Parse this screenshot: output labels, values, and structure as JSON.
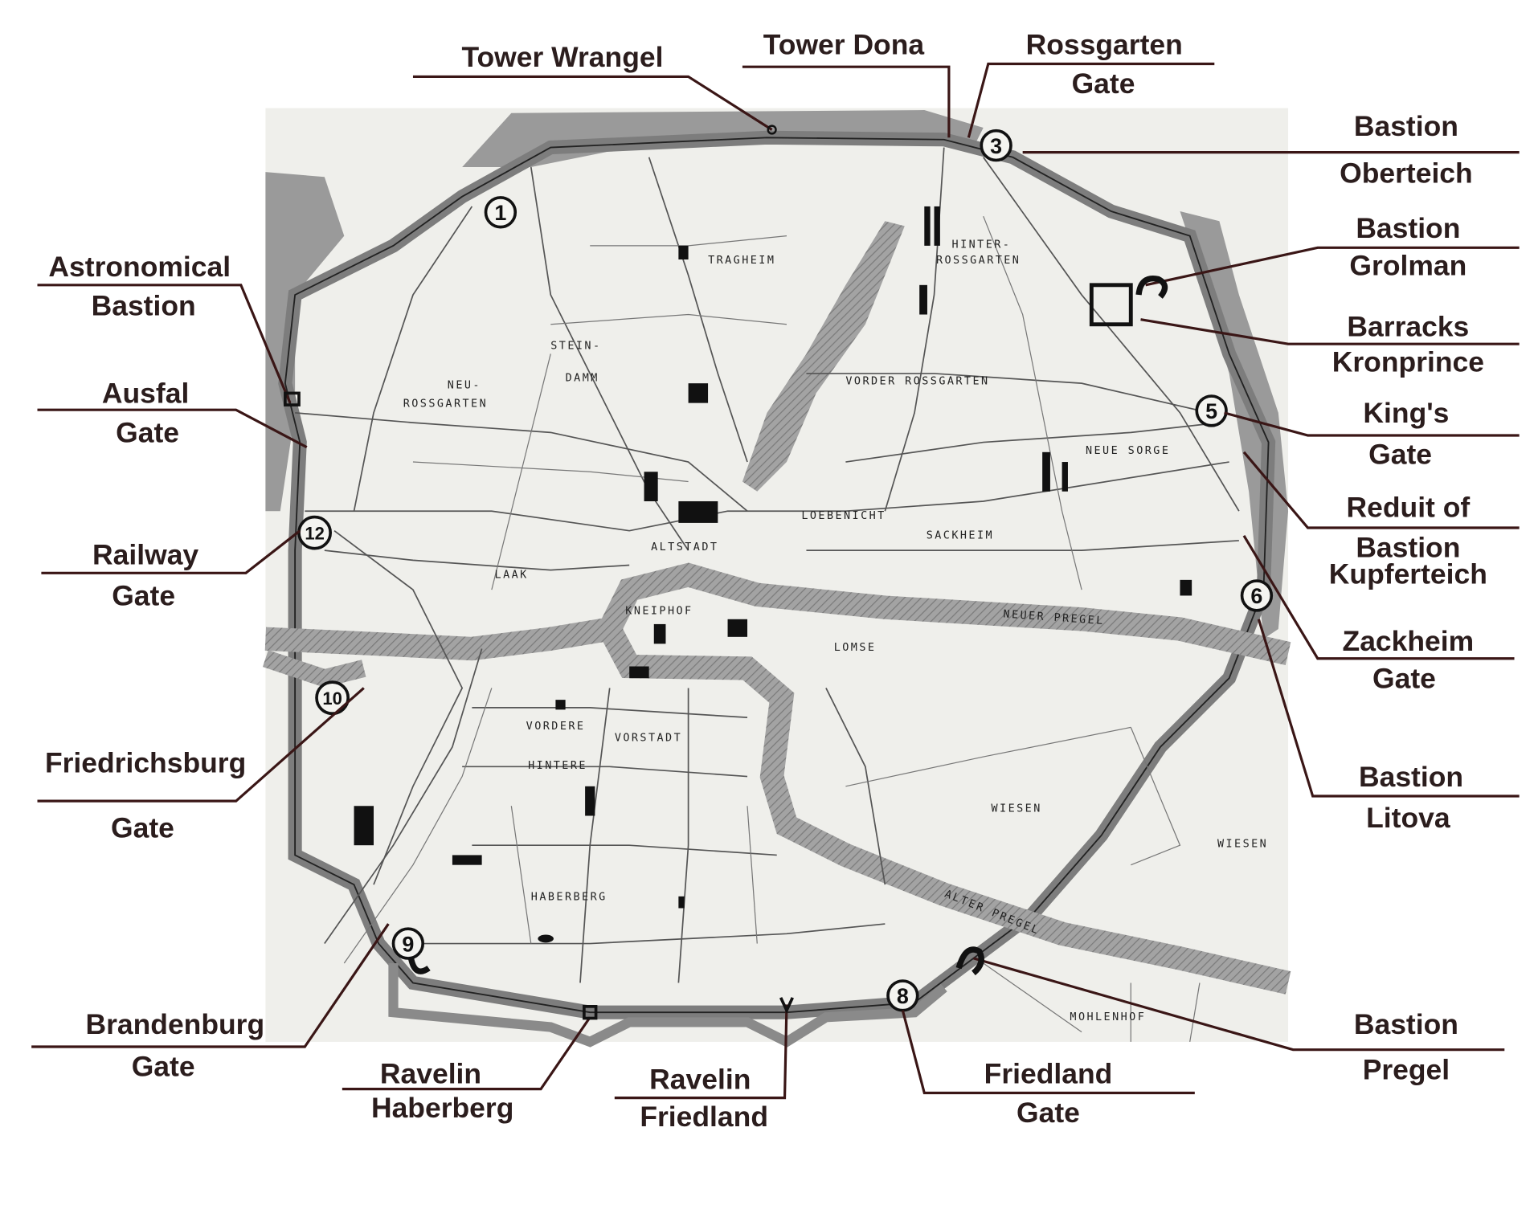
{
  "colors": {
    "label_text": "#2b1d1d",
    "leader_line": "#3a1616",
    "map_paper": "#efefeb",
    "water": "#9a9a9a",
    "fortification": "#7d7d7d"
  },
  "callouts": {
    "tower_wrangel": {
      "line1": "Tower Wrangel"
    },
    "tower_dona": {
      "line1": "Tower Dona"
    },
    "rossgarten_gate": {
      "line1": "Rossgarten",
      "line2": "Gate"
    },
    "bastion_oberteich": {
      "line1": "Bastion",
      "line2": "Oberteich"
    },
    "bastion_grolman": {
      "line1": "Bastion",
      "line2": "Grolman"
    },
    "barracks_kronprince": {
      "line1": "Barracks",
      "line2": "Kronprince"
    },
    "kings_gate": {
      "line1": "King's",
      "line2": "Gate"
    },
    "reduit_kupferteich": {
      "line1": "Reduit of",
      "line2": "Bastion",
      "line3": "Kupferteich"
    },
    "zackheim_gate": {
      "line1": "Zackheim",
      "line2": "Gate"
    },
    "bastion_litova": {
      "line1": "Bastion",
      "line2": "Litova"
    },
    "bastion_pregel": {
      "line1": "Bastion",
      "line2": "Pregel"
    },
    "friedland_gate": {
      "line1": "Friedland",
      "line2": "Gate"
    },
    "ravelin_friedland": {
      "line1": "Ravelin",
      "line2": "Friedland"
    },
    "ravelin_haberberg": {
      "line1": "Ravelin",
      "line2": "Haberberg"
    },
    "brandenburg_gate": {
      "line1": "Brandenburg",
      "line2": "Gate"
    },
    "friedrichsburg_gate": {
      "line1": "Friedrichsburg",
      "line2": "Gate"
    },
    "railway_gate": {
      "line1": "Railway",
      "line2": "Gate"
    },
    "ausfal_gate": {
      "line1": "Ausfal",
      "line2": "Gate"
    },
    "astronomical_bastion": {
      "line1": "Astronomical",
      "line2": "Bastion"
    }
  },
  "markers": [
    "1",
    "3",
    "5",
    "6",
    "8",
    "9",
    "10",
    "12"
  ],
  "map": {
    "districts": {
      "tragheim": "TRAGHEIM",
      "hinter_rossgarten_1": "HINTER-",
      "hinter_rossgarten_2": "ROSSGARTEN",
      "steindamm_1": "STEIN-",
      "steindamm_2": "DAMM",
      "neu_rossgarten_1": "NEU-",
      "neu_rossgarten_2": "ROSSGARTEN",
      "vorder_rossgarten": "VORDER ROSSGARTEN",
      "neue_sorge": "NEUE SORGE",
      "loebenicht": "LOEBENICHT",
      "sackheim": "SACKHEIM",
      "altstadt": "ALTSTADT",
      "laak": "LAAK",
      "kneiphof": "KNEIPHOF",
      "lomse": "LOMSE",
      "vordere": "VORDERE",
      "vorstadt": "VORSTADT",
      "hintere": "HINTERE",
      "haberberg": "HABERBERG",
      "wiesen_1": "WIESEN",
      "wiesen_2": "WIESEN",
      "mohlenhof": "MOHLENHOF",
      "neuer_pregel": "NEUER PREGEL",
      "alter_pregel": "ALTER PREGEL"
    }
  }
}
